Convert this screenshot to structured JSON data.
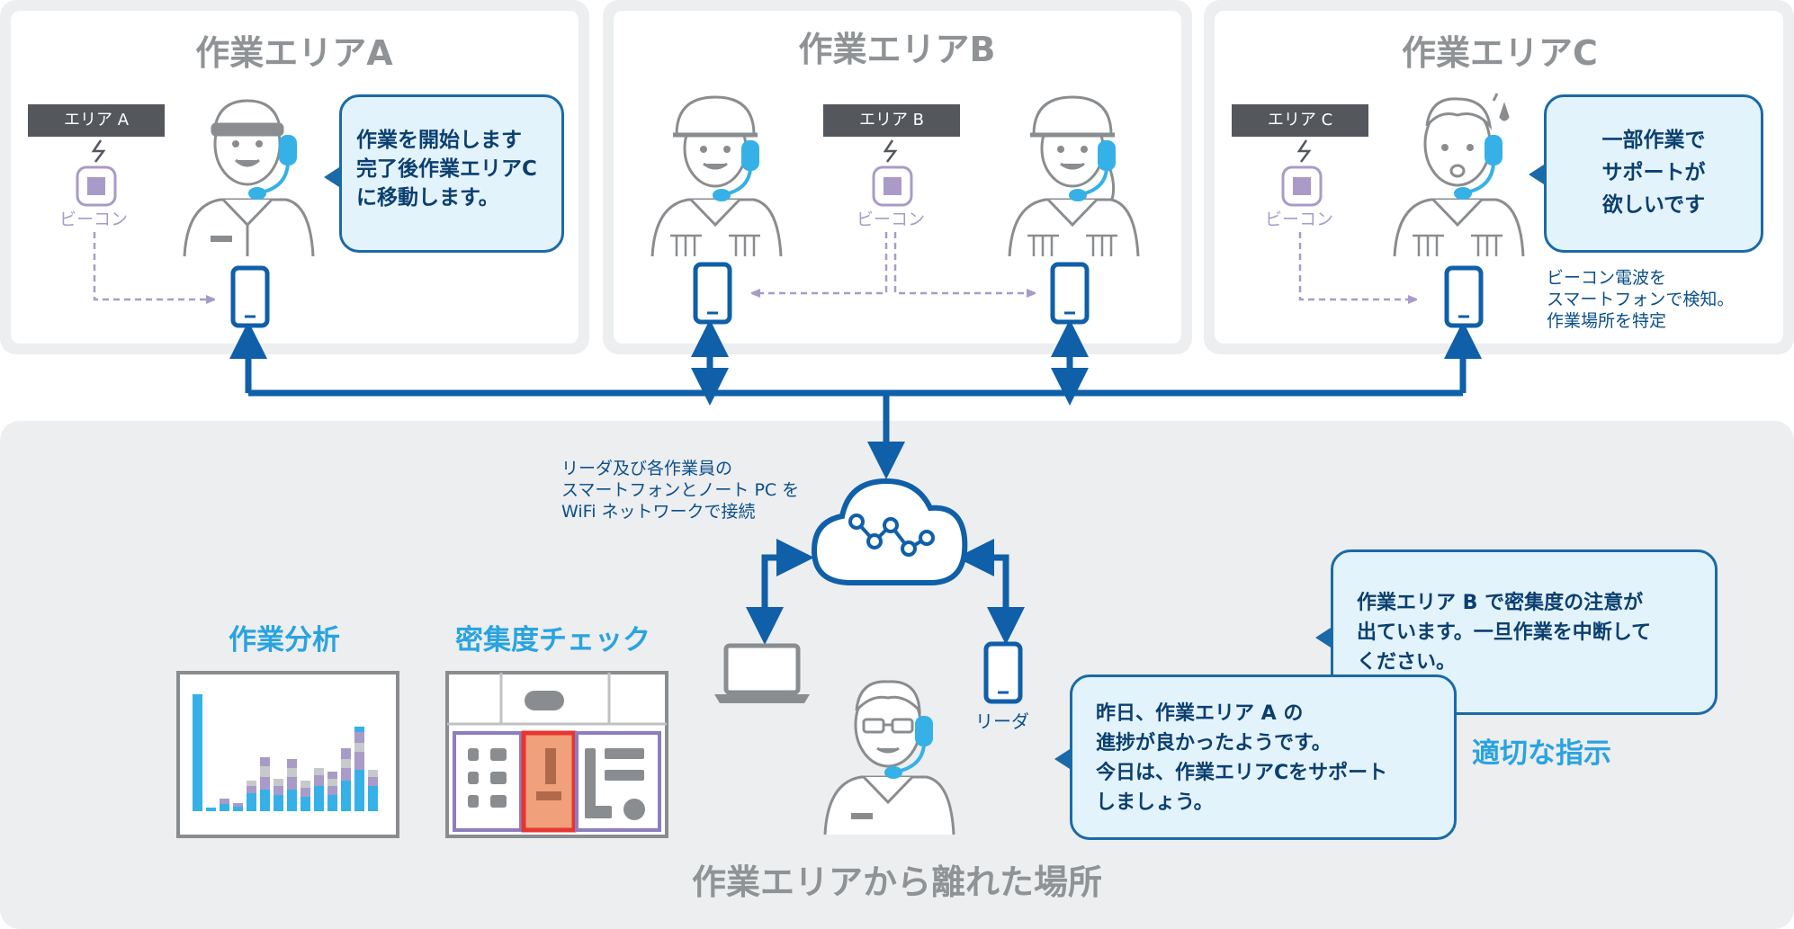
{
  "areas": [
    {
      "title": "作業エリアA",
      "tag": "エリア A",
      "beacon": "ビーコン"
    },
    {
      "title": "作業エリアB",
      "tag": "エリア B",
      "beacon": "ビーコン"
    },
    {
      "title": "作業エリアC",
      "tag": "エリア C",
      "beacon": "ビーコン"
    }
  ],
  "bubbles": {
    "area_a": "作業を開始します\n完了後作業エリアC\nに移動します。",
    "area_c": "一部作業で\nサポートが\n欲しいです",
    "notice_b": "作業エリア B で密集度の注意が\n出ています。一旦作業を中断して\nください。",
    "support": "昨日、作業エリア A の\n進捗が良かったようです。\n今日は、作業エリアCをサポート\nしましょう。"
  },
  "notes": {
    "beacon_detect": "ビーコン電波を\nスマートフォンで検知。\n作業場所を特定",
    "network": "リーダ及び各作業員の\nスマートフォンとノート PC を\nWiFi ネットワークで接続",
    "leader": "リーダ",
    "instruction": "適切な指示"
  },
  "tools": {
    "analysis_title": "作業分析",
    "density_title": "密集度チェック"
  },
  "bottom_title": "作業エリアから離れた場所",
  "colors": {
    "brand_blue": "#0f5fa9",
    "light_blue": "#2aa3e0",
    "beacon_purple": "#a89bc8",
    "panel_gray": "#eceeef",
    "alert_red": "#e8352f"
  }
}
